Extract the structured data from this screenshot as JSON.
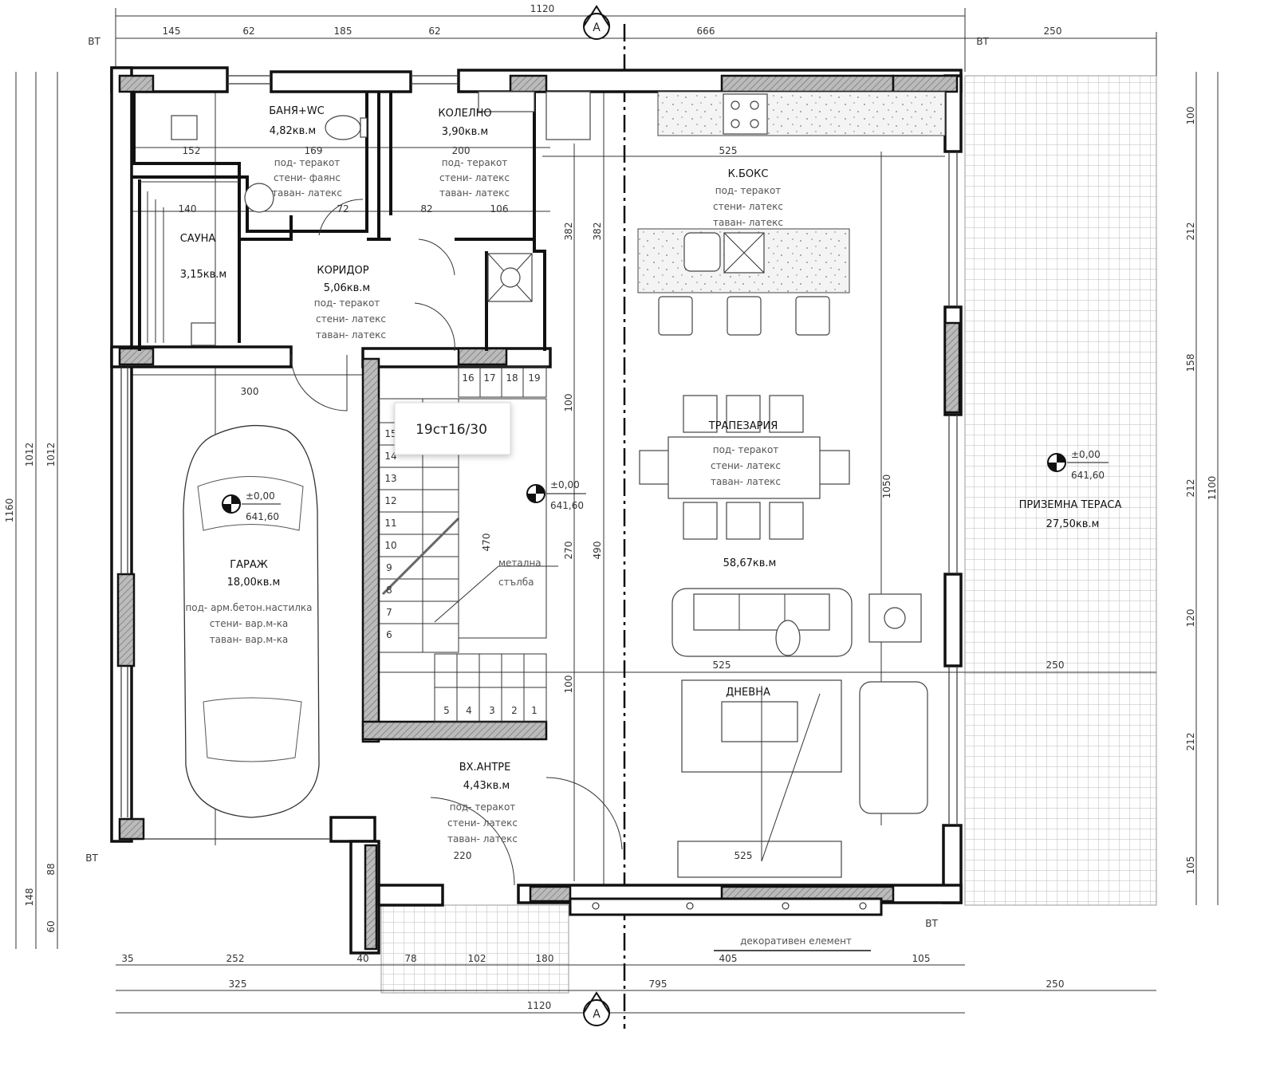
{
  "section_marker": "A",
  "bt_label": "ВТ",
  "dimensions": {
    "top": [
      "1120",
      "145",
      "62",
      "185",
      "62",
      "666",
      "250"
    ],
    "left": [
      "1160",
      "1012",
      "1012",
      "148",
      "88",
      "60"
    ],
    "right": [
      "100",
      "212",
      "158",
      "212",
      "120",
      "212",
      "105",
      "1100"
    ],
    "bottom": [
      "35",
      "252",
      "40",
      "78",
      "102",
      "180",
      "405",
      "105",
      "325",
      "795",
      "250",
      "1120"
    ],
    "interior": [
      "300",
      "525",
      "525",
      "525",
      "1050",
      "250",
      "382",
      "382",
      "490",
      "270",
      "470",
      "100",
      "100",
      "169",
      "200",
      "152",
      "140",
      "72",
      "82",
      "106",
      "220"
    ]
  },
  "rooms": {
    "bath": {
      "name": "БАНЯ+WC",
      "area": "4,82кв.м",
      "finishes": [
        "под- теракот",
        "стени- фаянс",
        "таван- латекс"
      ]
    },
    "boiler": {
      "name": "КОЛЕЛНО",
      "area": "3,90кв.м",
      "finishes": [
        "под- теракот",
        "стени- латекс",
        "таван- латекс"
      ]
    },
    "sauna": {
      "name": "САУНА",
      "area": "3,15кв.м"
    },
    "corridor": {
      "name": "КОРИДОР",
      "area": "5,06кв.м",
      "finishes": [
        "под- теракот",
        "стени- латекс",
        "таван- латекс"
      ]
    },
    "kitchen": {
      "name": "К.БОКС",
      "finishes": [
        "под- теракот",
        "стени- латекс",
        "таван- латекс"
      ]
    },
    "dining": {
      "name": "ТРАПЕЗАРИЯ",
      "finishes": [
        "под- теракот",
        "стени- латекс",
        "таван- латекс"
      ],
      "area": "58,67кв.м"
    },
    "living": {
      "name": "ДНЕВНА"
    },
    "garage": {
      "name": "ГАРАЖ",
      "area": "18,00кв.м",
      "finishes": [
        "под- арм.бетон.настилка",
        "стени- вар.м-ка",
        "таван- вар.м-ка"
      ]
    },
    "entry": {
      "name": "ВХ.АНТРЕ",
      "area": "4,43кв.м",
      "finishes": [
        "под- теракот",
        "стени- латекс",
        "таван- латекс"
      ]
    },
    "terrace": {
      "name": "ПРИЗЕМНА ТЕРАСА",
      "area": "27,50кв.м"
    }
  },
  "elevation": {
    "level": "±0,00",
    "absolute": "641,60"
  },
  "stair": {
    "tooltip": "19ст16/30",
    "label_line1": "метална",
    "label_line2": "стълба",
    "steps": [
      "1",
      "2",
      "3",
      "4",
      "5",
      "6",
      "7",
      "8",
      "9",
      "10",
      "11",
      "12",
      "13",
      "14",
      "15",
      "16",
      "17",
      "18",
      "19"
    ]
  },
  "decorative_label": "декоративен елемент"
}
